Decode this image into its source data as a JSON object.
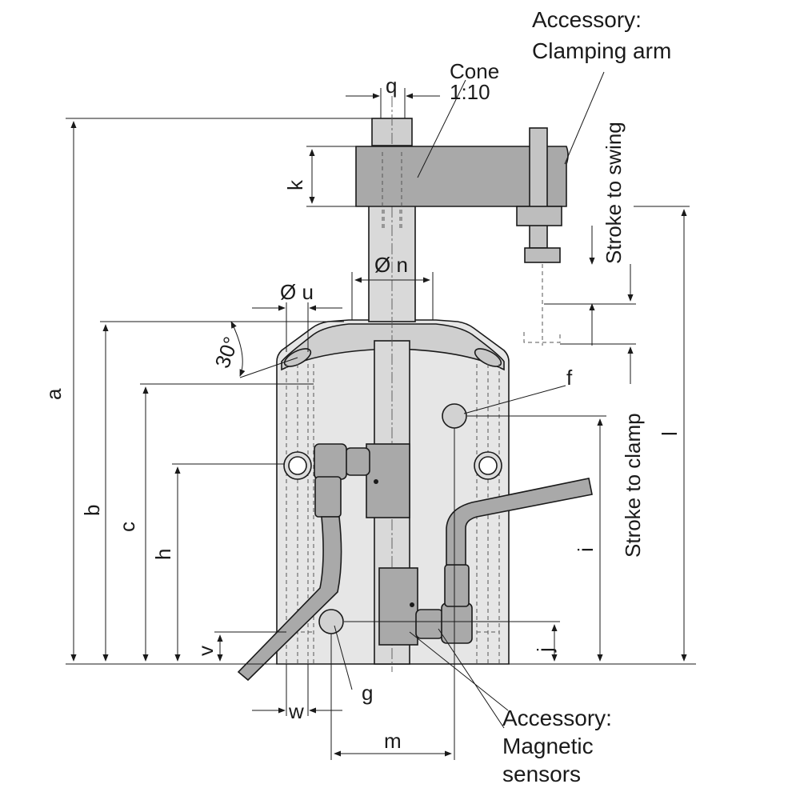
{
  "callouts": {
    "clamping_arm": [
      "Accessory:",
      "Clamping arm"
    ],
    "magnetic_sensors": [
      "Accessory:",
      "Magnetic",
      "sensors"
    ],
    "cone": [
      "Cone",
      "1:10"
    ]
  },
  "dimensions": {
    "q": "q",
    "k": "k",
    "n": "Ø n",
    "u": "Ø u",
    "angle": "30°",
    "a": "a",
    "b": "b",
    "c": "c",
    "h": "h",
    "v": "v",
    "w": "w",
    "g": "g",
    "m": "m",
    "f": "f",
    "i": "i",
    "j": "j",
    "l": "l"
  },
  "motion_labels": {
    "stroke_to_swing": "Stroke to swing",
    "stroke_to_clamp": "Stroke to clamp"
  },
  "colors": {
    "body": "#e6e6e6",
    "dark_part": "#a9a9a9",
    "line": "#1a1a1a"
  }
}
